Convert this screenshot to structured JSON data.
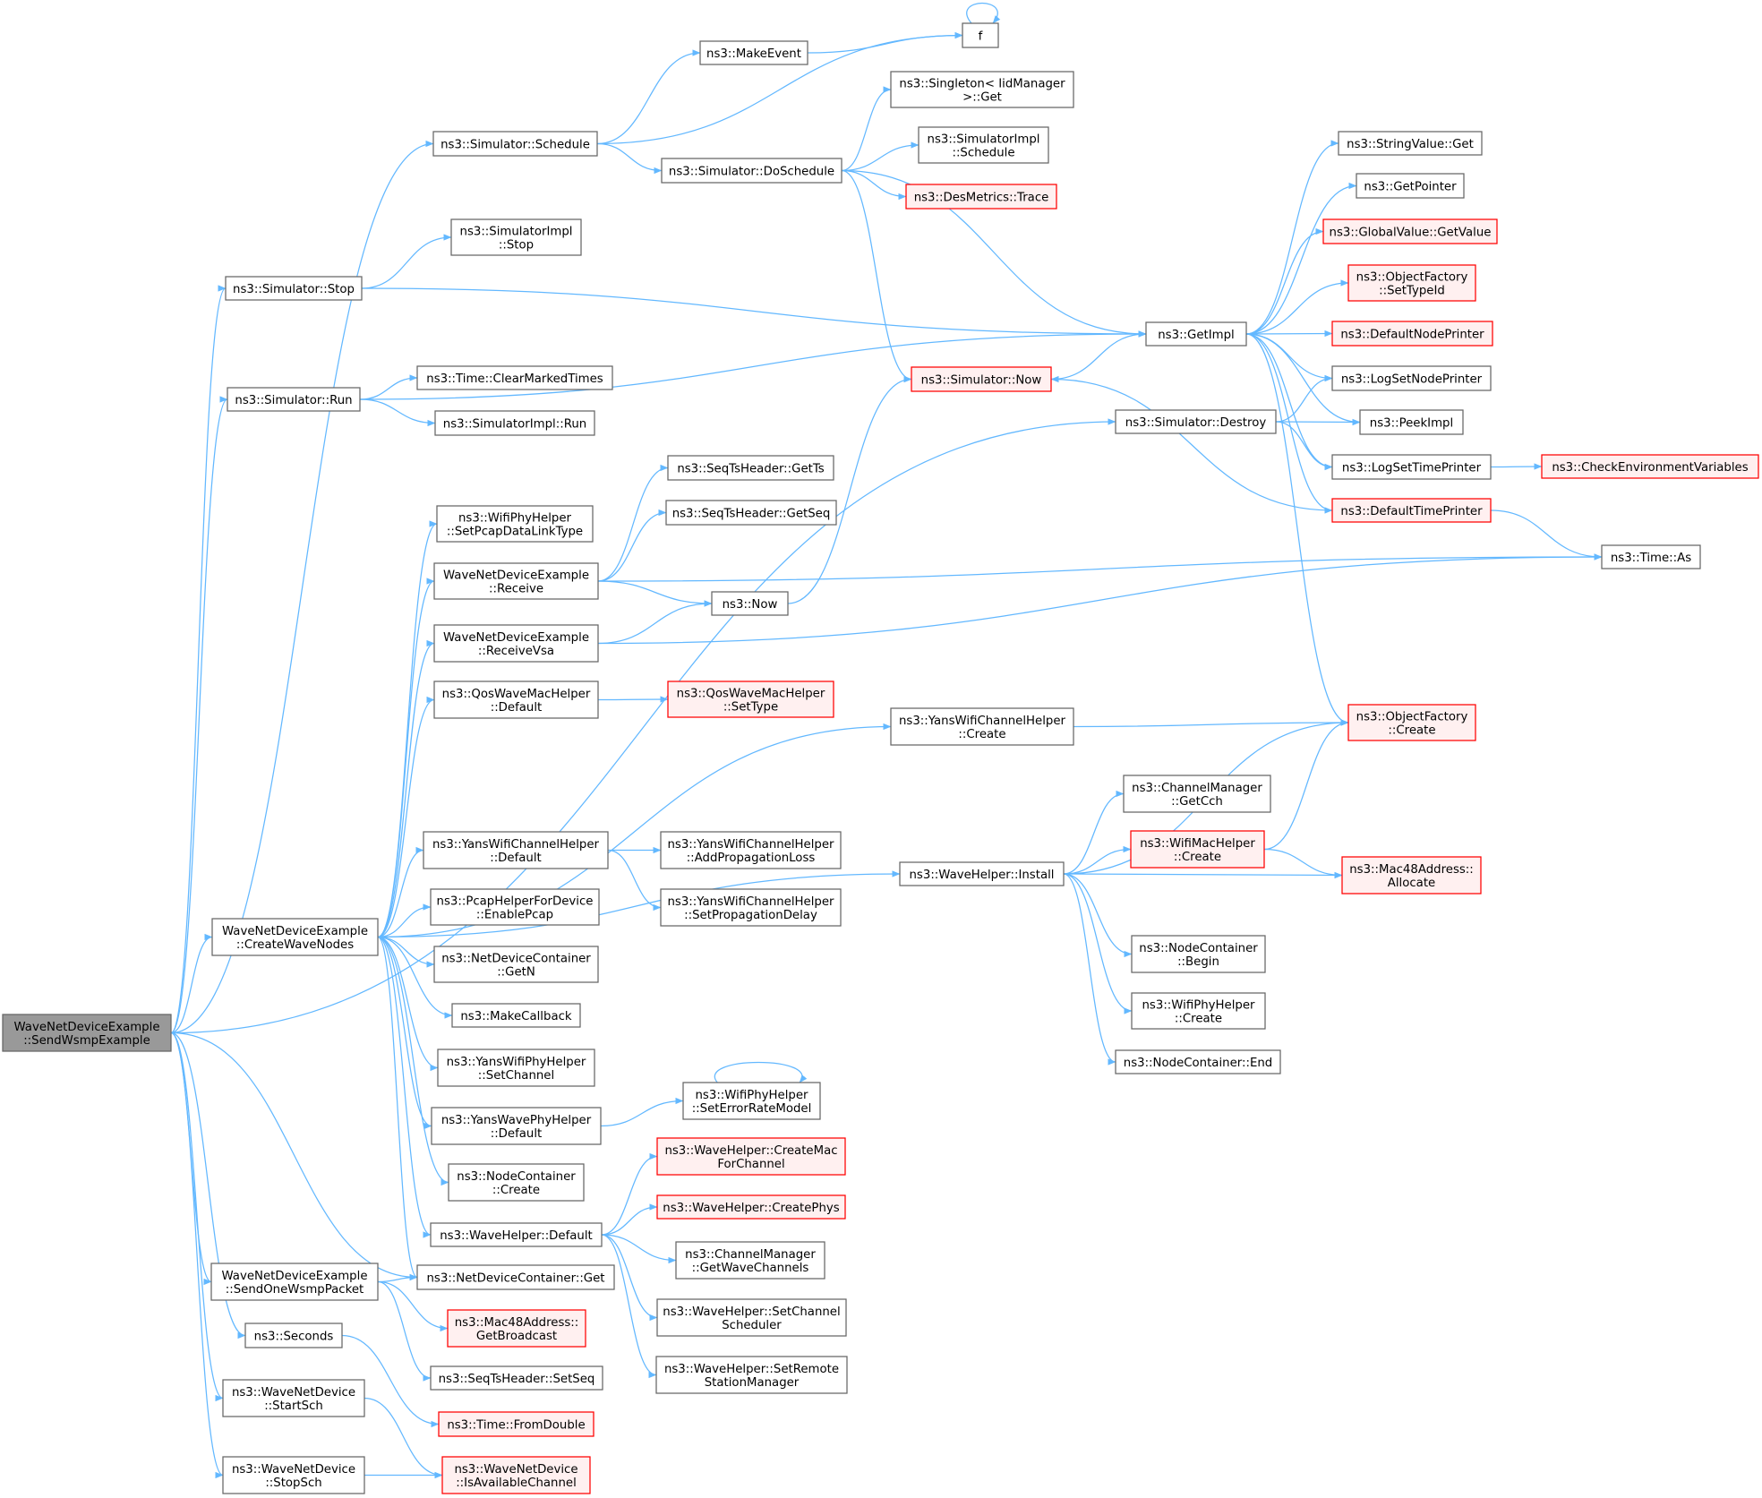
{
  "colors": {
    "edge": "#63b8ff",
    "default_stroke": "#666666",
    "default_fill": "#ffffff",
    "root_fill": "#999999",
    "root_stroke": "#666666",
    "red_stroke": "#ff0000",
    "red_fill": "#fff0f0"
  },
  "nodes": [
    {
      "id": "root",
      "style": "root",
      "lines": [
        "WaveNetDeviceExample",
        "::SendWsmpExample"
      ]
    },
    {
      "id": "f",
      "style": "normal",
      "lines": [
        "f"
      ]
    },
    {
      "id": "makeEvent",
      "style": "normal",
      "lines": [
        "ns3::MakeEvent"
      ]
    },
    {
      "id": "simSchedule",
      "style": "normal",
      "lines": [
        "ns3::Simulator::Schedule"
      ]
    },
    {
      "id": "singletonGet",
      "style": "normal",
      "lines": [
        "ns3::Singleton< IidManager",
        ">::Get"
      ]
    },
    {
      "id": "simImplSchedule",
      "style": "normal",
      "lines": [
        "ns3::SimulatorImpl",
        "::Schedule"
      ]
    },
    {
      "id": "simDoSchedule",
      "style": "normal",
      "lines": [
        "ns3::Simulator::DoSchedule"
      ]
    },
    {
      "id": "desTrace",
      "style": "red",
      "lines": [
        "ns3::DesMetrics::Trace"
      ]
    },
    {
      "id": "simImplStop",
      "style": "normal",
      "lines": [
        "ns3::SimulatorImpl",
        "::Stop"
      ]
    },
    {
      "id": "simStop",
      "style": "normal",
      "lines": [
        "ns3::Simulator::Stop"
      ]
    },
    {
      "id": "getImpl",
      "style": "normal",
      "lines": [
        "ns3::GetImpl"
      ]
    },
    {
      "id": "simNow",
      "style": "red",
      "lines": [
        "ns3::Simulator::Now"
      ]
    },
    {
      "id": "simRun",
      "style": "normal",
      "lines": [
        "ns3::Simulator::Run"
      ]
    },
    {
      "id": "clearMarked",
      "style": "normal",
      "lines": [
        "ns3::Time::ClearMarkedTimes"
      ]
    },
    {
      "id": "simImplRun",
      "style": "normal",
      "lines": [
        "ns3::SimulatorImpl::Run"
      ]
    },
    {
      "id": "simDestroy",
      "style": "normal",
      "lines": [
        "ns3::Simulator::Destroy"
      ]
    },
    {
      "id": "strValGet",
      "style": "normal",
      "lines": [
        "ns3::StringValue::Get"
      ]
    },
    {
      "id": "getPointer",
      "style": "normal",
      "lines": [
        "ns3::GetPointer"
      ]
    },
    {
      "id": "gvGetValue",
      "style": "red",
      "lines": [
        "ns3::GlobalValue::GetValue"
      ]
    },
    {
      "id": "ofSetTypeId",
      "style": "red",
      "lines": [
        "ns3::ObjectFactory",
        "::SetTypeId"
      ]
    },
    {
      "id": "defNodePrinter",
      "style": "red",
      "lines": [
        "ns3::DefaultNodePrinter"
      ]
    },
    {
      "id": "logSetNode",
      "style": "normal",
      "lines": [
        "ns3::LogSetNodePrinter"
      ]
    },
    {
      "id": "peekImpl",
      "style": "normal",
      "lines": [
        "ns3::PeekImpl"
      ]
    },
    {
      "id": "logSetTime",
      "style": "normal",
      "lines": [
        "ns3::LogSetTimePrinter"
      ]
    },
    {
      "id": "checkEnv",
      "style": "red",
      "lines": [
        "ns3::CheckEnvironmentVariables"
      ]
    },
    {
      "id": "defTimePrinter",
      "style": "red",
      "lines": [
        "ns3::DefaultTimePrinter"
      ]
    },
    {
      "id": "timeAs",
      "style": "normal",
      "lines": [
        "ns3::Time::As"
      ]
    },
    {
      "id": "seqGetTs",
      "style": "normal",
      "lines": [
        "ns3::SeqTsHeader::GetTs"
      ]
    },
    {
      "id": "seqGetSeq",
      "style": "normal",
      "lines": [
        "ns3::SeqTsHeader::GetSeq"
      ]
    },
    {
      "id": "setPcap",
      "style": "normal",
      "lines": [
        "ns3::WifiPhyHelper",
        "::SetPcapDataLinkType"
      ]
    },
    {
      "id": "receive",
      "style": "normal",
      "lines": [
        "WaveNetDeviceExample",
        "::Receive"
      ]
    },
    {
      "id": "now",
      "style": "normal",
      "lines": [
        "ns3::Now"
      ]
    },
    {
      "id": "receiveVsa",
      "style": "normal",
      "lines": [
        "WaveNetDeviceExample",
        "::ReceiveVsa"
      ]
    },
    {
      "id": "qosDefault",
      "style": "normal",
      "lines": [
        "ns3::QosWaveMacHelper",
        "::Default"
      ]
    },
    {
      "id": "qosSetType",
      "style": "red",
      "lines": [
        "ns3::QosWaveMacHelper",
        "::SetType"
      ]
    },
    {
      "id": "yansChCreate",
      "style": "normal",
      "lines": [
        "ns3::YansWifiChannelHelper",
        "::Create"
      ]
    },
    {
      "id": "ofCreate",
      "style": "red",
      "lines": [
        "ns3::ObjectFactory",
        "::Create"
      ]
    },
    {
      "id": "getCch",
      "style": "normal",
      "lines": [
        "ns3::ChannelManager",
        "::GetCch"
      ]
    },
    {
      "id": "yansChDefault",
      "style": "normal",
      "lines": [
        "ns3::YansWifiChannelHelper",
        "::Default"
      ]
    },
    {
      "id": "addPropLoss",
      "style": "normal",
      "lines": [
        "ns3::YansWifiChannelHelper",
        "::AddPropagationLoss"
      ]
    },
    {
      "id": "waveInstall",
      "style": "normal",
      "lines": [
        "ns3::WaveHelper::Install"
      ]
    },
    {
      "id": "wifiMacCreate",
      "style": "red",
      "lines": [
        "ns3::WifiMacHelper",
        "::Create"
      ]
    },
    {
      "id": "macAllocate",
      "style": "red",
      "lines": [
        "ns3::Mac48Address::",
        "Allocate"
      ]
    },
    {
      "id": "pcapEnable",
      "style": "normal",
      "lines": [
        "ns3::PcapHelperForDevice",
        "::EnablePcap"
      ]
    },
    {
      "id": "setPropDelay",
      "style": "normal",
      "lines": [
        "ns3::YansWifiChannelHelper",
        "::SetPropagationDelay"
      ]
    },
    {
      "id": "createWaveNodes",
      "style": "normal",
      "lines": [
        "WaveNetDeviceExample",
        "::CreateWaveNodes"
      ]
    },
    {
      "id": "ndcGetN",
      "style": "normal",
      "lines": [
        "ns3::NetDeviceContainer",
        "::GetN"
      ]
    },
    {
      "id": "ncBegin",
      "style": "normal",
      "lines": [
        "ns3::NodeContainer",
        "::Begin"
      ]
    },
    {
      "id": "makeCallback",
      "style": "normal",
      "lines": [
        "ns3::MakeCallback"
      ]
    },
    {
      "id": "wifiPhyCreate",
      "style": "normal",
      "lines": [
        "ns3::WifiPhyHelper",
        "::Create"
      ]
    },
    {
      "id": "yansPhySetCh",
      "style": "normal",
      "lines": [
        "ns3::YansWifiPhyHelper",
        "::SetChannel"
      ]
    },
    {
      "id": "ncEnd",
      "style": "normal",
      "lines": [
        "ns3::NodeContainer::End"
      ]
    },
    {
      "id": "setErrorRate",
      "style": "normal",
      "lines": [
        "ns3::WifiPhyHelper",
        "::SetErrorRateModel"
      ]
    },
    {
      "id": "yansWavePhyDef",
      "style": "normal",
      "lines": [
        "ns3::YansWavePhyHelper",
        "::Default"
      ]
    },
    {
      "id": "createMac",
      "style": "red",
      "lines": [
        "ns3::WaveHelper::CreateMac",
        "ForChannel"
      ]
    },
    {
      "id": "ncCreate",
      "style": "normal",
      "lines": [
        "ns3::NodeContainer",
        "::Create"
      ]
    },
    {
      "id": "createPhys",
      "style": "red",
      "lines": [
        "ns3::WaveHelper::CreatePhys"
      ]
    },
    {
      "id": "waveDefault",
      "style": "normal",
      "lines": [
        "ns3::WaveHelper::Default"
      ]
    },
    {
      "id": "getWaveCh",
      "style": "normal",
      "lines": [
        "ns3::ChannelManager",
        "::GetWaveChannels"
      ]
    },
    {
      "id": "sendOne",
      "style": "normal",
      "lines": [
        "WaveNetDeviceExample",
        "::SendOneWsmpPacket"
      ]
    },
    {
      "id": "ndcGet",
      "style": "normal",
      "lines": [
        "ns3::NetDeviceContainer::Get"
      ]
    },
    {
      "id": "setChSched",
      "style": "normal",
      "lines": [
        "ns3::WaveHelper::SetChannel",
        "Scheduler"
      ]
    },
    {
      "id": "seconds",
      "style": "normal",
      "lines": [
        "ns3::Seconds"
      ]
    },
    {
      "id": "getBroadcast",
      "style": "red",
      "lines": [
        "ns3::Mac48Address::",
        "GetBroadcast"
      ]
    },
    {
      "id": "seqSetSeq",
      "style": "normal",
      "lines": [
        "ns3::SeqTsHeader::SetSeq"
      ]
    },
    {
      "id": "setRemote",
      "style": "normal",
      "lines": [
        "ns3::WaveHelper::SetRemote",
        "StationManager"
      ]
    },
    {
      "id": "startSch",
      "style": "normal",
      "lines": [
        "ns3::WaveNetDevice",
        "::StartSch"
      ]
    },
    {
      "id": "fromDouble",
      "style": "red",
      "lines": [
        "ns3::Time::FromDouble"
      ]
    },
    {
      "id": "stopSch",
      "style": "normal",
      "lines": [
        "ns3::WaveNetDevice",
        "::StopSch"
      ]
    },
    {
      "id": "isAvail",
      "style": "red",
      "lines": [
        "ns3::WaveNetDevice",
        "::IsAvailableChannel"
      ]
    }
  ],
  "edges": [
    [
      "root",
      "simSchedule"
    ],
    [
      "root",
      "simStop"
    ],
    [
      "root",
      "simRun"
    ],
    [
      "root",
      "simDestroy"
    ],
    [
      "root",
      "createWaveNodes"
    ],
    [
      "root",
      "ndcGet"
    ],
    [
      "root",
      "sendOne"
    ],
    [
      "root",
      "seconds"
    ],
    [
      "root",
      "startSch"
    ],
    [
      "root",
      "stopSch"
    ],
    [
      "simSchedule",
      "makeEvent"
    ],
    [
      "simSchedule",
      "f"
    ],
    [
      "simSchedule",
      "simDoSchedule"
    ],
    [
      "makeEvent",
      "f"
    ],
    [
      "f",
      "f"
    ],
    [
      "simDoSchedule",
      "singletonGet"
    ],
    [
      "simDoSchedule",
      "simImplSchedule"
    ],
    [
      "simDoSchedule",
      "desTrace"
    ],
    [
      "simDoSchedule",
      "getImpl"
    ],
    [
      "simDoSchedule",
      "simNow"
    ],
    [
      "simStop",
      "simImplStop"
    ],
    [
      "simStop",
      "getImpl"
    ],
    [
      "simRun",
      "getImpl"
    ],
    [
      "simRun",
      "clearMarked"
    ],
    [
      "simRun",
      "simImplRun"
    ],
    [
      "simNow",
      "getImpl"
    ],
    [
      "simDestroy",
      "logSetNode"
    ],
    [
      "simDestroy",
      "peekImpl"
    ],
    [
      "simDestroy",
      "logSetTime"
    ],
    [
      "getImpl",
      "strValGet"
    ],
    [
      "getImpl",
      "getPointer"
    ],
    [
      "getImpl",
      "gvGetValue"
    ],
    [
      "getImpl",
      "ofSetTypeId"
    ],
    [
      "getImpl",
      "defNodePrinter"
    ],
    [
      "getImpl",
      "logSetNode"
    ],
    [
      "getImpl",
      "peekImpl"
    ],
    [
      "getImpl",
      "logSetTime"
    ],
    [
      "getImpl",
      "defTimePrinter"
    ],
    [
      "getImpl",
      "ofCreate"
    ],
    [
      "logSetTime",
      "checkEnv"
    ],
    [
      "defTimePrinter",
      "simNow"
    ],
    [
      "defTimePrinter",
      "timeAs"
    ],
    [
      "createWaveNodes",
      "setPcap"
    ],
    [
      "createWaveNodes",
      "receive"
    ],
    [
      "createWaveNodes",
      "receiveVsa"
    ],
    [
      "createWaveNodes",
      "qosDefault"
    ],
    [
      "createWaveNodes",
      "yansChCreate"
    ],
    [
      "createWaveNodes",
      "waveInstall"
    ],
    [
      "createWaveNodes",
      "yansChDefault"
    ],
    [
      "createWaveNodes",
      "pcapEnable"
    ],
    [
      "createWaveNodes",
      "ndcGetN"
    ],
    [
      "createWaveNodes",
      "makeCallback"
    ],
    [
      "createWaveNodes",
      "yansPhySetCh"
    ],
    [
      "createWaveNodes",
      "yansWavePhyDef"
    ],
    [
      "createWaveNodes",
      "ncCreate"
    ],
    [
      "createWaveNodes",
      "waveDefault"
    ],
    [
      "createWaveNodes",
      "ndcGet"
    ],
    [
      "receive",
      "seqGetTs"
    ],
    [
      "receive",
      "seqGetSeq"
    ],
    [
      "receive",
      "now"
    ],
    [
      "receive",
      "timeAs"
    ],
    [
      "receiveVsa",
      "now"
    ],
    [
      "receiveVsa",
      "timeAs"
    ],
    [
      "now",
      "simNow"
    ],
    [
      "qosDefault",
      "qosSetType"
    ],
    [
      "yansChCreate",
      "ofCreate"
    ],
    [
      "yansChDefault",
      "addPropLoss"
    ],
    [
      "yansChDefault",
      "setPropDelay"
    ],
    [
      "waveInstall",
      "ofCreate"
    ],
    [
      "waveInstall",
      "getCch"
    ],
    [
      "waveInstall",
      "wifiMacCreate"
    ],
    [
      "waveInstall",
      "macAllocate"
    ],
    [
      "waveInstall",
      "ncBegin"
    ],
    [
      "waveInstall",
      "wifiPhyCreate"
    ],
    [
      "waveInstall",
      "ncEnd"
    ],
    [
      "wifiMacCreate",
      "ofCreate"
    ],
    [
      "wifiMacCreate",
      "macAllocate"
    ],
    [
      "yansWavePhyDef",
      "setErrorRate"
    ],
    [
      "setErrorRate",
      "setErrorRate"
    ],
    [
      "waveDefault",
      "createMac"
    ],
    [
      "waveDefault",
      "createPhys"
    ],
    [
      "waveDefault",
      "getWaveCh"
    ],
    [
      "waveDefault",
      "setChSched"
    ],
    [
      "waveDefault",
      "setRemote"
    ],
    [
      "sendOne",
      "ndcGet"
    ],
    [
      "sendOne",
      "getBroadcast"
    ],
    [
      "sendOne",
      "seqSetSeq"
    ],
    [
      "seconds",
      "fromDouble"
    ],
    [
      "startSch",
      "isAvail"
    ],
    [
      "stopSch",
      "isAvail"
    ]
  ]
}
